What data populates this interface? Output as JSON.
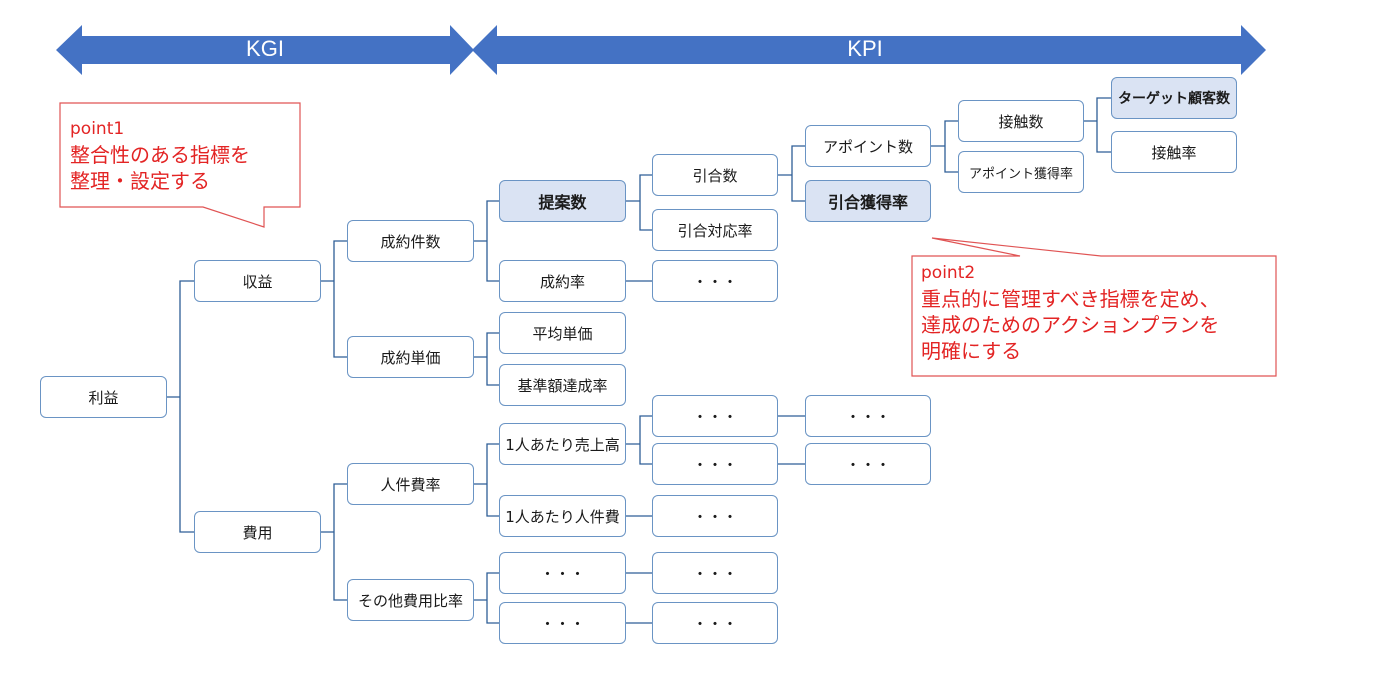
{
  "header": {
    "kgi_label": "KGI",
    "kpi_label": "KPI",
    "arrow_color": "#4472c4"
  },
  "notes": {
    "point1": {
      "title": "point1",
      "lines": [
        "整合性のある指標を",
        "整理・設定する"
      ]
    },
    "point2": {
      "title": "point2",
      "lines": [
        "重点的に管理すべき指標を定め、",
        "達成のためのアクションプランを",
        "明確にする"
      ]
    },
    "text_color": "#e32424"
  },
  "tree": {
    "root": "利益",
    "revenue": "収益",
    "cost": "費用",
    "deal_count": "成約件数",
    "unit_price": "成約単価",
    "personnel_rate": "人件費率",
    "other_cost_rate": "その他費用比率",
    "proposal_count": "提案数",
    "close_rate": "成約率",
    "average_price": "平均単価",
    "standard_rate": "基準額達成率",
    "sales_per_person": "1人あたり売上高",
    "cost_per_person": "1人あたり人件費",
    "inquiry_count": "引合数",
    "inquiry_response_rate": "引合対応率",
    "appointment_count": "アポイント数",
    "inquiry_acquire_rate": "引合獲得率",
    "contact_count": "接触数",
    "appointment_acquire_rate": "アポイント獲得率",
    "target_customers": "ターゲット顧客数",
    "contact_rate": "接触率",
    "ellipsis": "・・・"
  }
}
